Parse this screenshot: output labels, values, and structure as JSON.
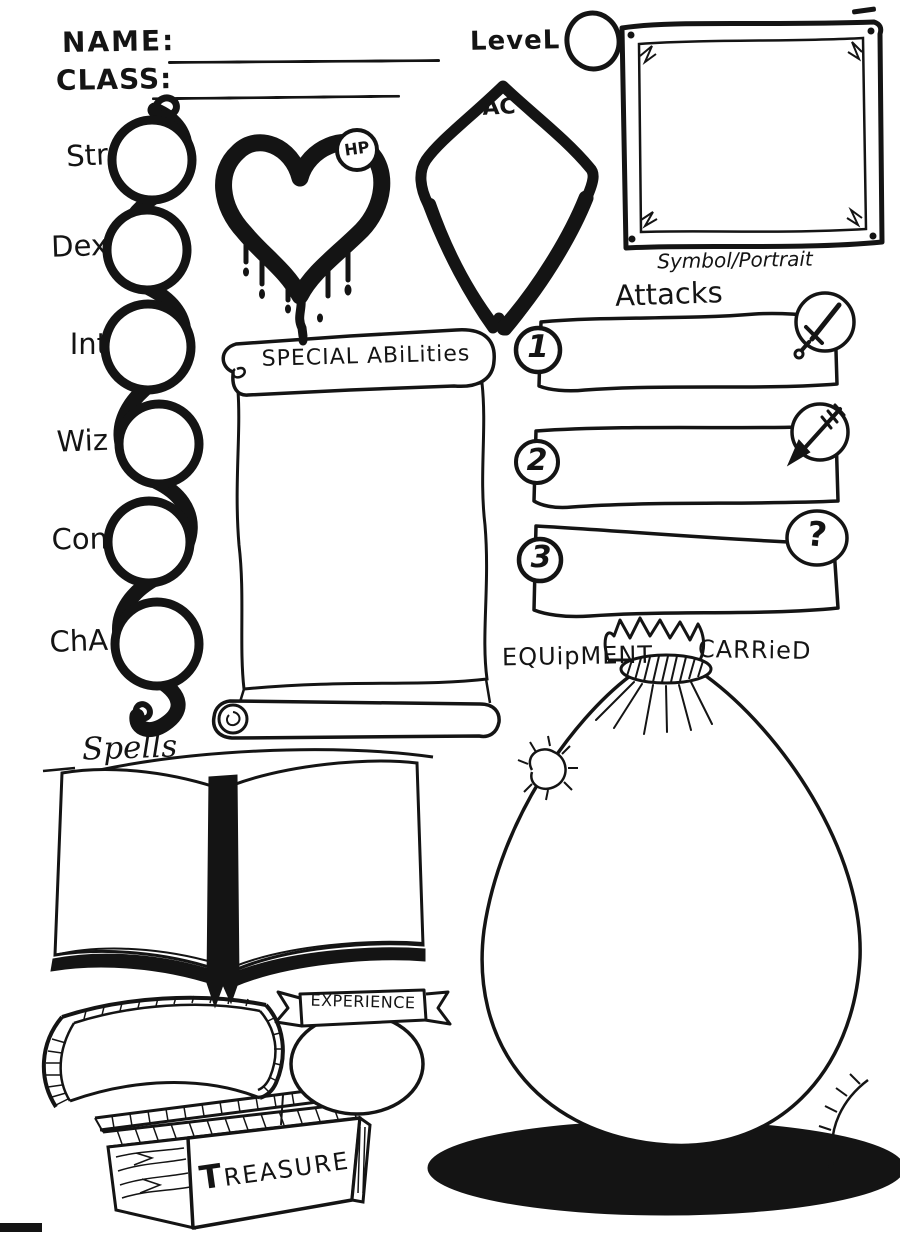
{
  "page": {
    "background": "#ffffff",
    "ink": "#141414"
  },
  "header": {
    "name_label": "NAME:",
    "name_value": "",
    "class_label": "CLASS:",
    "class_value": "",
    "level_label": "LeveL"
  },
  "stats": {
    "labels": [
      "Str",
      "Dex",
      "Int",
      "Wiz",
      "Con",
      "ChA"
    ]
  },
  "hp": {
    "label": "HP"
  },
  "ac": {
    "label": "AC"
  },
  "portrait": {
    "caption": "Symbol/Portrait"
  },
  "attacks": {
    "title": "Attacks",
    "rows": [
      {
        "number": "1",
        "icon": "sword-icon"
      },
      {
        "number": "2",
        "icon": "arrow-icon"
      },
      {
        "number": "3",
        "icon": "question-mark-icon",
        "glyph": "?"
      }
    ]
  },
  "special_abilities": {
    "title": "SPECIAL ABiLities"
  },
  "equipment": {
    "label_left": "EQUipMENT",
    "label_right": "CARRieD"
  },
  "spells": {
    "title": "Spells"
  },
  "experience": {
    "title": "EXPERIENCE"
  },
  "treasure": {
    "title": "TREASURE"
  }
}
